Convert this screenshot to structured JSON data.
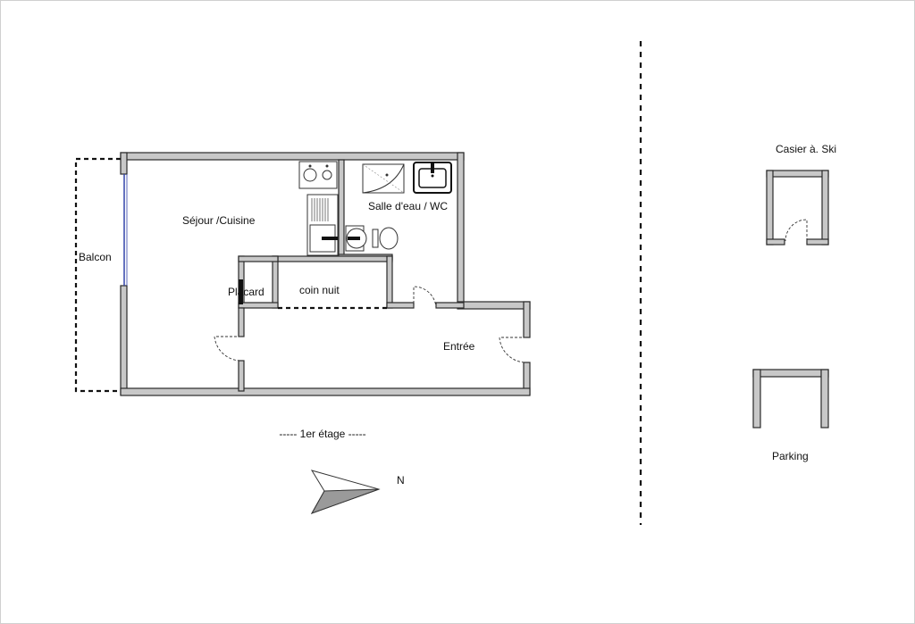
{
  "rooms": {
    "sejour": "Séjour /Cuisine",
    "salle_eau": "Salle d'eau / WC",
    "balcon": "Balcon",
    "placard": "Placard",
    "coin_nuit": "coin nuit",
    "entree": "Entrée"
  },
  "floor_label": "-----  1er étage  -----",
  "annexes": {
    "casier": "Casier à. Ski",
    "parking": "Parking"
  },
  "compass": {
    "north": "N"
  }
}
